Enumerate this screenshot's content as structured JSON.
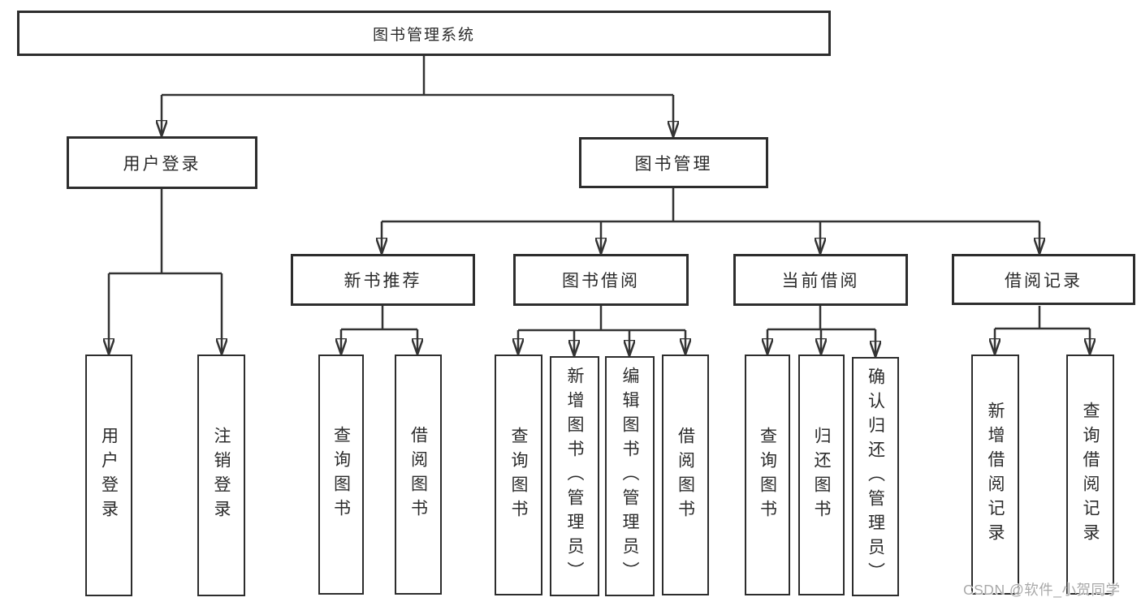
{
  "diagram": {
    "root": {
      "label": "图书管理系统"
    },
    "level1": [
      {
        "label": "用户登录"
      },
      {
        "label": "图书管理"
      }
    ],
    "level2": [
      {
        "label": "新书推荐"
      },
      {
        "label": "图书借阅"
      },
      {
        "label": "当前借阅"
      },
      {
        "label": "借阅记录"
      }
    ],
    "leaves": [
      {
        "label": "用户登录"
      },
      {
        "label": "注销登录"
      },
      {
        "label": "查询图书"
      },
      {
        "label": "借阅图书"
      },
      {
        "label": "查询图书"
      },
      {
        "label": "新增图书（管理员）"
      },
      {
        "label": "编辑图书（管理员）"
      },
      {
        "label": "借阅图书"
      },
      {
        "label": "查询图书"
      },
      {
        "label": "归还图书"
      },
      {
        "label": "确认归还（管理员）"
      },
      {
        "label": "新增借阅记录"
      },
      {
        "label": "查询借阅记录"
      }
    ],
    "colors": {
      "line": "#333333",
      "border": "#2d2d2d",
      "text": "#2b2b2b",
      "box_background": "#ffffff",
      "page_background": "#ffffff"
    }
  },
  "watermark": {
    "text": "CSDN @软件_小贺同学",
    "color": "#a9a9a9"
  }
}
